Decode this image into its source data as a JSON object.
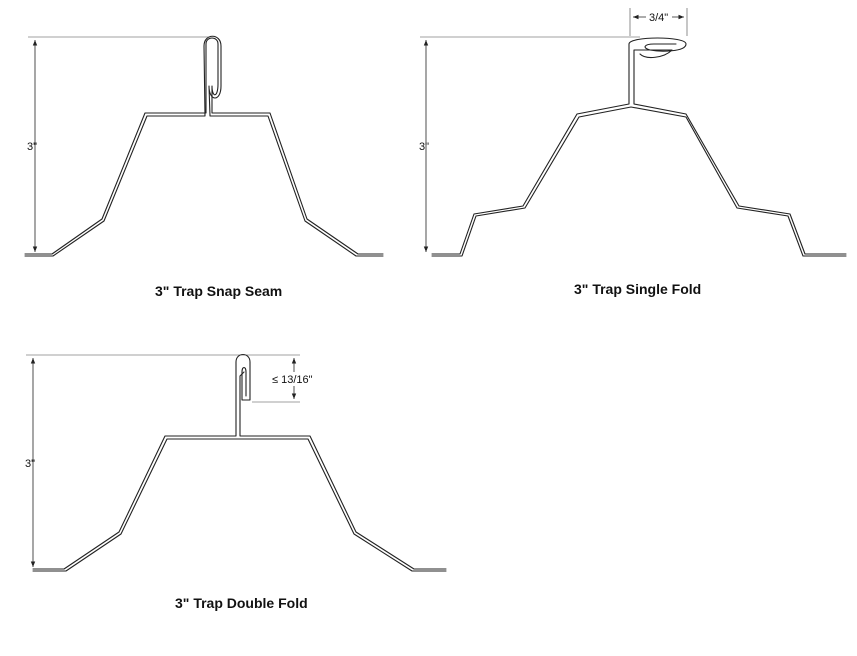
{
  "panels": [
    {
      "id": "snap-seam",
      "caption": "3\" Trap Snap Seam",
      "height_label": "3\""
    },
    {
      "id": "single-fold",
      "caption": "3\" Trap Single Fold",
      "height_label": "3\"",
      "seam_width_label": "3/4\""
    },
    {
      "id": "double-fold",
      "caption": "3\" Trap Double Fold",
      "height_label": "3\"",
      "seam_height_label": "≤ 13/16\""
    }
  ],
  "colors": {
    "line": "#222222",
    "background": "#ffffff"
  }
}
